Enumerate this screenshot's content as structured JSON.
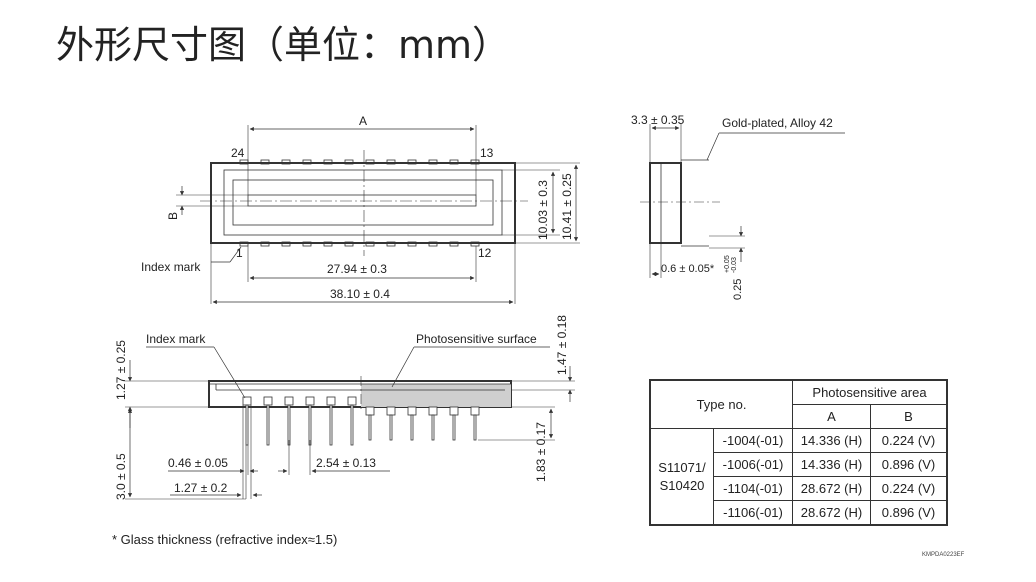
{
  "title": "外形尺寸图（单位：mm）",
  "top_view": {
    "dim_a": "A",
    "pin_24": "24",
    "pin_13": "13",
    "pin_1": "1",
    "pin_12": "12",
    "dim_b": "B",
    "index_mark": "Index mark",
    "pitch_span": "27.94 ± 0.3",
    "body_length": "38.10 ± 0.4",
    "inner_height": "10.03 ± 0.3",
    "outer_height": "10.41 ± 0.25"
  },
  "side_view": {
    "thickness": "3.3 ± 0.35",
    "lead_material": "Gold-plated, Alloy 42",
    "glass": "0.6 ± 0.05*",
    "lead_thickness": "0.25",
    "lead_tol_plus": "+0.05",
    "lead_tol_minus": "-0.03"
  },
  "front_view": {
    "index_mark": "Index mark",
    "photosensitive_surface": "Photosensitive surface",
    "top_offset": "1.27 ± 0.25",
    "surface_depth": "1.47 ± 0.18",
    "lead_length": "3.0 ± 0.5",
    "lead_width": "0.46 ± 0.05",
    "lead_pitch": "2.54 ± 0.13",
    "lead_shoulder": "1.27 ± 0.2",
    "body_height": "1.83 ± 0.17"
  },
  "spec_table": {
    "header_type": "Type no.",
    "header_area": "Photosensitive area",
    "col_a": "A",
    "col_b": "B",
    "model_line1": "S11071/",
    "model_line2": "S10420",
    "rows": [
      {
        "suffix": "-1004(-01)",
        "a": "14.336 (H)",
        "b": "0.224 (V)"
      },
      {
        "suffix": "-1006(-01)",
        "a": "14.336 (H)",
        "b": "0.896 (V)"
      },
      {
        "suffix": "-1104(-01)",
        "a": "28.672 (H)",
        "b": "0.224 (V)"
      },
      {
        "suffix": "-1106(-01)",
        "a": "28.672 (H)",
        "b": "0.896 (V)"
      }
    ]
  },
  "footnote": "* Glass thickness (refractive index≈1.5)",
  "drawing_code": "KMPDA0223EF"
}
